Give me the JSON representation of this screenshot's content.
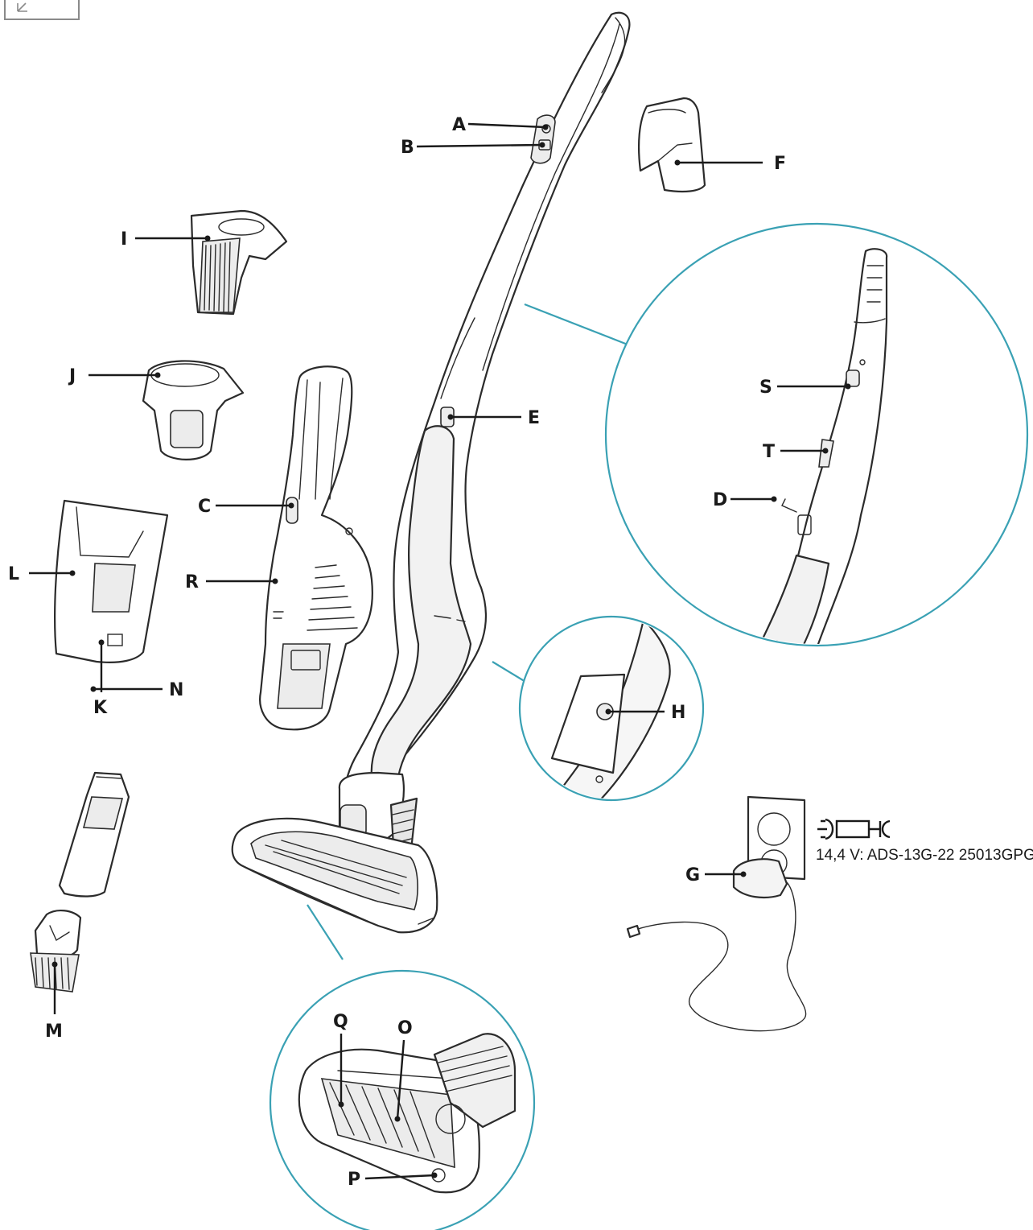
{
  "labels": {
    "A": "A",
    "B": "B",
    "C": "C",
    "D": "D",
    "E": "E",
    "F": "F",
    "G": "G",
    "H": "H",
    "I": "I",
    "J": "J",
    "K": "K",
    "L": "L",
    "M": "M",
    "N": "N",
    "O": "O",
    "P": "P",
    "Q": "Q",
    "R": "R",
    "S": "S",
    "T": "T"
  },
  "charger": {
    "spec": "14,4 V: ADS-13G-22 25013GPG"
  },
  "colors": {
    "callout": "#3aa1b4",
    "ink": "#1a1a1a"
  }
}
